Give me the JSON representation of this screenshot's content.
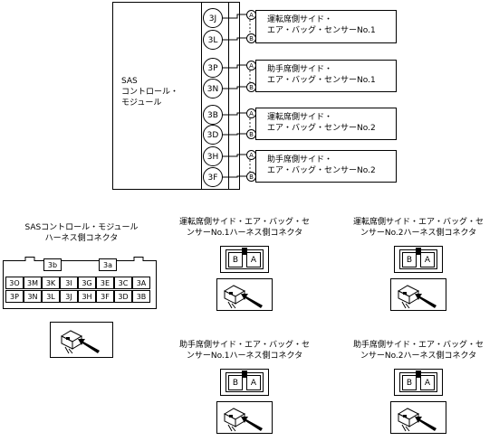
{
  "module": {
    "label": "SAS\nコントロール・\nモジュール",
    "pins": [
      "3J",
      "3L",
      "3P",
      "3N",
      "3B",
      "3D",
      "3H",
      "3F"
    ]
  },
  "sensors": [
    {
      "label": "運転席側サイド・\nエア・バッグ・センサーNo.1",
      "terminal_a": "A",
      "terminal_b": "B"
    },
    {
      "label": "助手席側サイド・\nエア・バッグ・センサーNo.1",
      "terminal_a": "A",
      "terminal_b": "B"
    },
    {
      "label": "運転席側サイド・\nエア・バッグ・センサーNo.2",
      "terminal_a": "A",
      "terminal_b": "B"
    },
    {
      "label": "助手席側サイド・\nエア・バッグ・センサーNo.2",
      "terminal_a": "A",
      "terminal_b": "B"
    }
  ],
  "module_connector": {
    "caption": "SASコントロール・モジュール\nハーネス側コネクタ",
    "keys": [
      "3b",
      "3a"
    ],
    "row1": [
      "3O",
      "3M",
      "3K",
      "3I",
      "3G",
      "3E",
      "3C",
      "3A"
    ],
    "row2": [
      "3P",
      "3N",
      "3L",
      "3J",
      "3H",
      "3F",
      "3D",
      "3B"
    ]
  },
  "sensor_connectors": [
    {
      "caption": "運転席側サイド・エア・バッグ・セ\nンサーNo.1ハーネス側コネクタ",
      "cavity_left": "B",
      "cavity_right": "A"
    },
    {
      "caption": "運転席側サイド・エア・バッグ・セ\nンサーNo.2ハーネス側コネクタ",
      "cavity_left": "B",
      "cavity_right": "A"
    },
    {
      "caption": "助手席側サイド・エア・バッグ・セ\nンサーNo.1ハーネス側コネクタ",
      "cavity_left": "B",
      "cavity_right": "A"
    },
    {
      "caption": "助手席側サイド・エア・バッグ・セ\nンサーNo.2ハーネス側コネクタ",
      "cavity_left": "B",
      "cavity_right": "A"
    }
  ],
  "icons": {
    "connector_probe": "connector-probe-icon"
  }
}
